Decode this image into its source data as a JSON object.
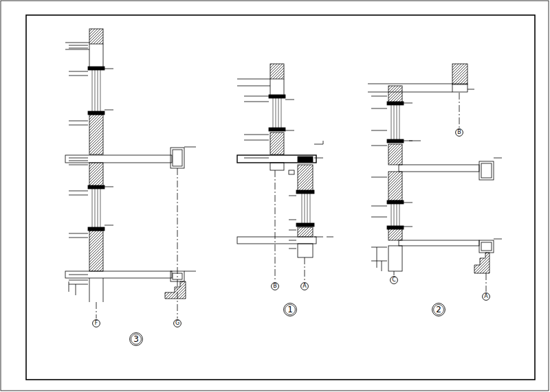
{
  "diagram": {
    "nodes": [
      {
        "text": [
          "F"
        ]
      },
      {
        "text": [
          "G"
        ]
      },
      {
        "text": [
          "3"
        ]
      },
      {
        "text": [
          "B"
        ]
      },
      {
        "text": [
          "A"
        ]
      },
      {
        "text": [
          "1"
        ]
      },
      {
        "text": [
          "B"
        ]
      },
      {
        "text": [
          "C"
        ]
      },
      {
        "text": [
          "A"
        ]
      },
      {
        "text": [
          "2"
        ]
      }
    ]
  }
}
